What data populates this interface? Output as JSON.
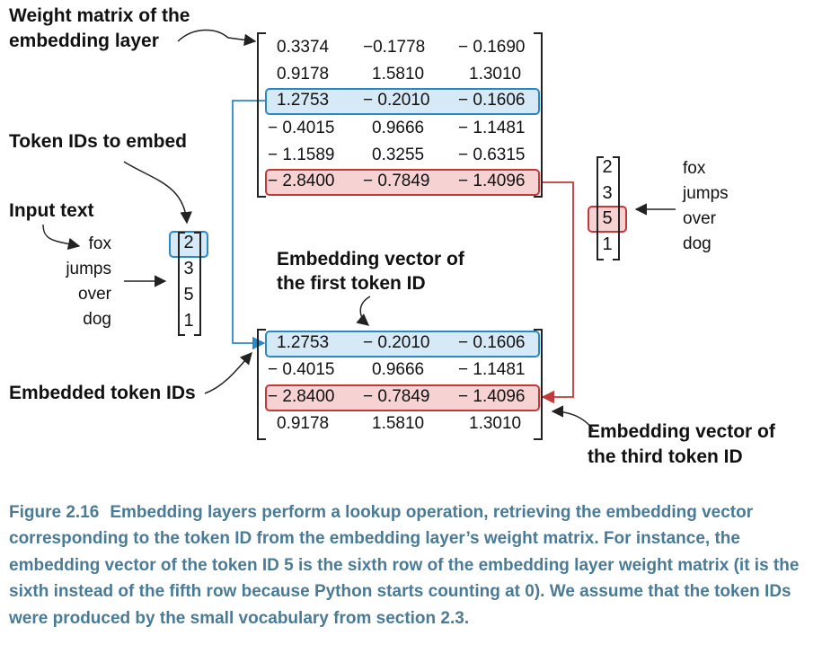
{
  "labels": {
    "weight_matrix_line1": "Weight matrix of the",
    "weight_matrix_line2": "embedding layer",
    "token_ids_to_embed": "Token IDs to embed",
    "input_text": "Input text",
    "embedding_first_line1": "Embedding vector of",
    "embedding_first_line2": "the first token ID",
    "embedded_token_ids": "Embedded token IDs",
    "embedding_third_line1": "Embedding vector of",
    "embedding_third_line2": "the third token ID"
  },
  "input_words": [
    "fox",
    "jumps",
    "over",
    "dog"
  ],
  "token_ids": [
    "2",
    "3",
    "5",
    "1"
  ],
  "weight_matrix": [
    [
      "0.3374",
      "−0.1778",
      "− 0.1690"
    ],
    [
      "0.9178",
      "1.5810",
      "1.3010"
    ],
    [
      "1.2753",
      "− 0.2010",
      "− 0.1606"
    ],
    [
      "− 0.4015",
      "0.9666",
      "− 1.1481"
    ],
    [
      "− 1.1589",
      "0.3255",
      "− 0.6315"
    ],
    [
      "− 2.8400",
      "− 0.7849",
      "− 1.4096"
    ]
  ],
  "embedded_matrix": [
    [
      "1.2753",
      "− 0.2010",
      "− 0.1606"
    ],
    [
      "− 0.4015",
      "0.9666",
      "− 1.1481"
    ],
    [
      "− 2.8400",
      "− 0.7849",
      "− 1.4096"
    ],
    [
      "0.9178",
      "1.5810",
      "1.3010"
    ]
  ],
  "right_token_ids": [
    "2",
    "3",
    "5",
    "1"
  ],
  "right_words": [
    "fox",
    "jumps",
    "over",
    "dog"
  ],
  "caption": {
    "figure_number": "Figure 2.16",
    "text": "Embedding layers perform a lookup operation, retrieving the embedding vector corresponding to the token ID from the embedding layer’s weight matrix. For instance, the embedding vector of the token ID 5 is the sixth row of the embedding layer weight matrix (it is the sixth instead of the fifth row because Python starts counting at 0). We assume that the token IDs were produced by the small vocabulary from section 2.3."
  },
  "colors": {
    "highlight_blue_fill": "#d6e9f7",
    "highlight_blue_stroke": "#2a88c6",
    "highlight_red_fill": "#f6d2d2",
    "highlight_red_stroke": "#c0393b",
    "caption_text": "#4a7b96"
  }
}
